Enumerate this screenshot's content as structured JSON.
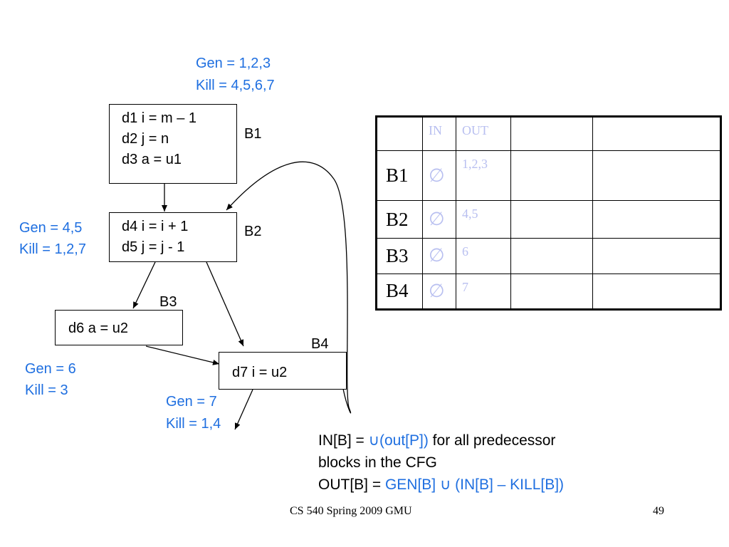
{
  "annotations": {
    "b1_gen": "Gen = 1,2,3",
    "b1_kill": "Kill = 4,5,6,7",
    "b2_gen": "Gen = 4,5",
    "b2_kill": "Kill = 1,2,7",
    "b3_gen": "Gen = 6",
    "b3_kill": "Kill = 3",
    "b4_gen": "Gen = 7",
    "b4_kill": "Kill = 1,4"
  },
  "blocks": {
    "b1": {
      "label": "B1",
      "lines": [
        "d1 i = m – 1",
        "d2 j = n",
        "d3 a = u1"
      ]
    },
    "b2": {
      "label": "B2",
      "lines": [
        "d4 i = i + 1",
        "d5 j = j - 1"
      ]
    },
    "b3": {
      "label": "B3",
      "lines": [
        "d6 a = u2"
      ]
    },
    "b4": {
      "label": "B4",
      "lines": [
        "d7 i = u2"
      ]
    }
  },
  "table": {
    "headers": [
      "",
      "IN",
      "OUT",
      "",
      ""
    ],
    "rows": [
      {
        "block": "B1",
        "in": "∅",
        "out": "1,2,3"
      },
      {
        "block": "B2",
        "in": "∅",
        "out": "4,5"
      },
      {
        "block": "B3",
        "in": "∅",
        "out": "6"
      },
      {
        "block": "B4",
        "in": "∅",
        "out": "7"
      }
    ]
  },
  "equations": {
    "in_prefix": "IN[B] = ",
    "in_union": "∪(out[P])",
    "in_suffix": " for all predecessor",
    "in_line2": "blocks in the CFG",
    "out_prefix": "OUT[B] = ",
    "out_expr": "GEN[B] ∪ (IN[B] – KILL[B])"
  },
  "footer": {
    "course": "CS 540 Spring 2009 GMU",
    "page": "49"
  },
  "colors": {
    "annotation": "#1f6fe0",
    "table_faint": "#b8bff0"
  }
}
